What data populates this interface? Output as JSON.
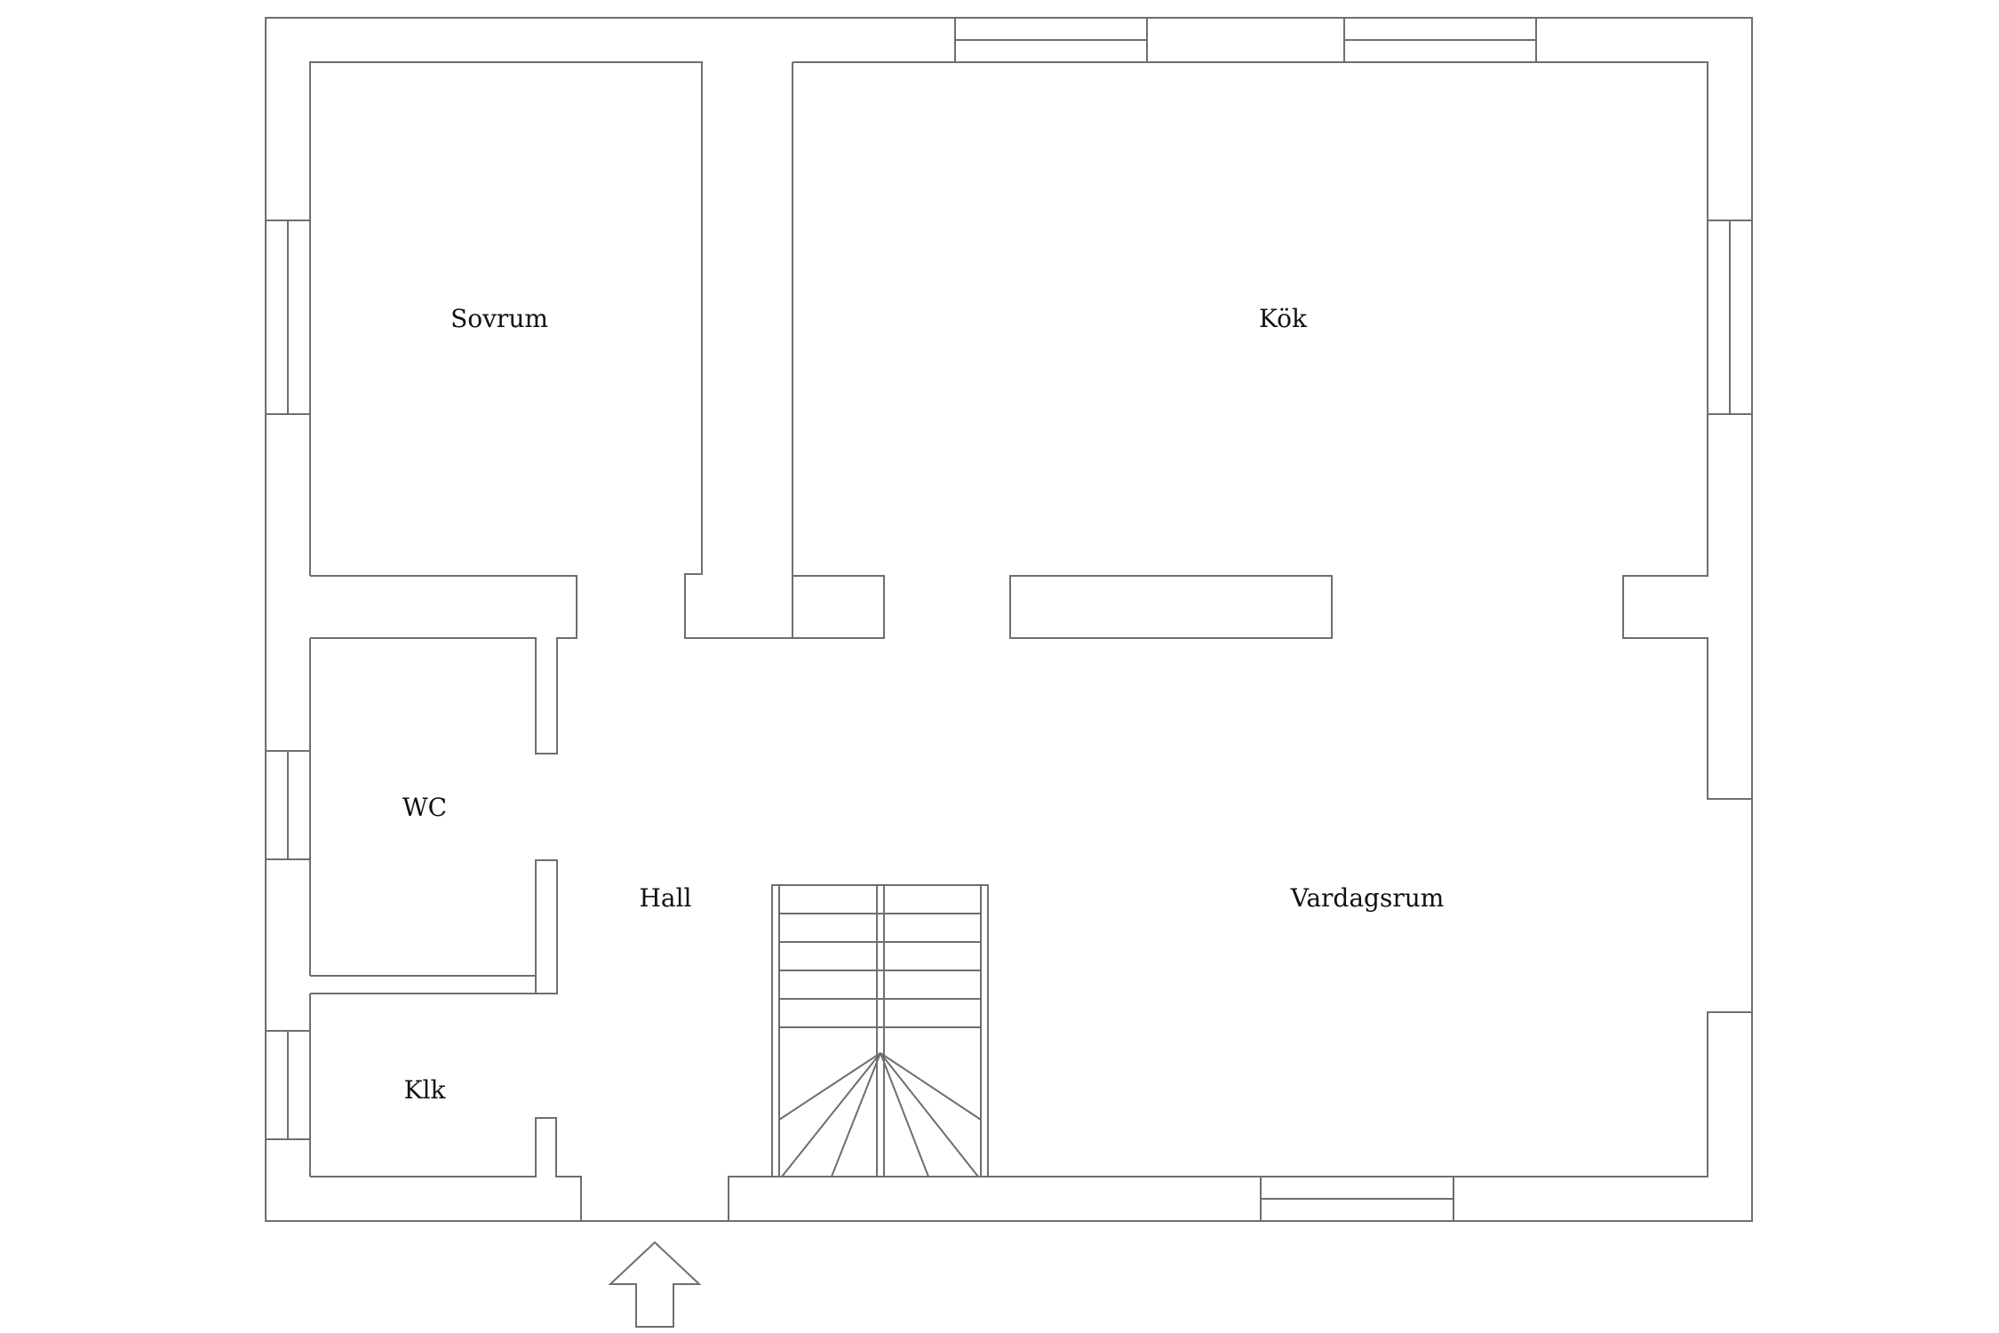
{
  "floor_plan": {
    "rooms": [
      {
        "id": "sovrum",
        "label": "Sovrum"
      },
      {
        "id": "kok",
        "label": "Kök"
      },
      {
        "id": "wc",
        "label": "WC"
      },
      {
        "id": "hall",
        "label": "Hall"
      },
      {
        "id": "vardagsrum",
        "label": "Vardagsrum"
      },
      {
        "id": "klk",
        "label": "Klk"
      }
    ],
    "entrance_icon": "arrow-up-outline-icon",
    "line_color": "#6e6e6e",
    "background_color": "#ffffff"
  }
}
